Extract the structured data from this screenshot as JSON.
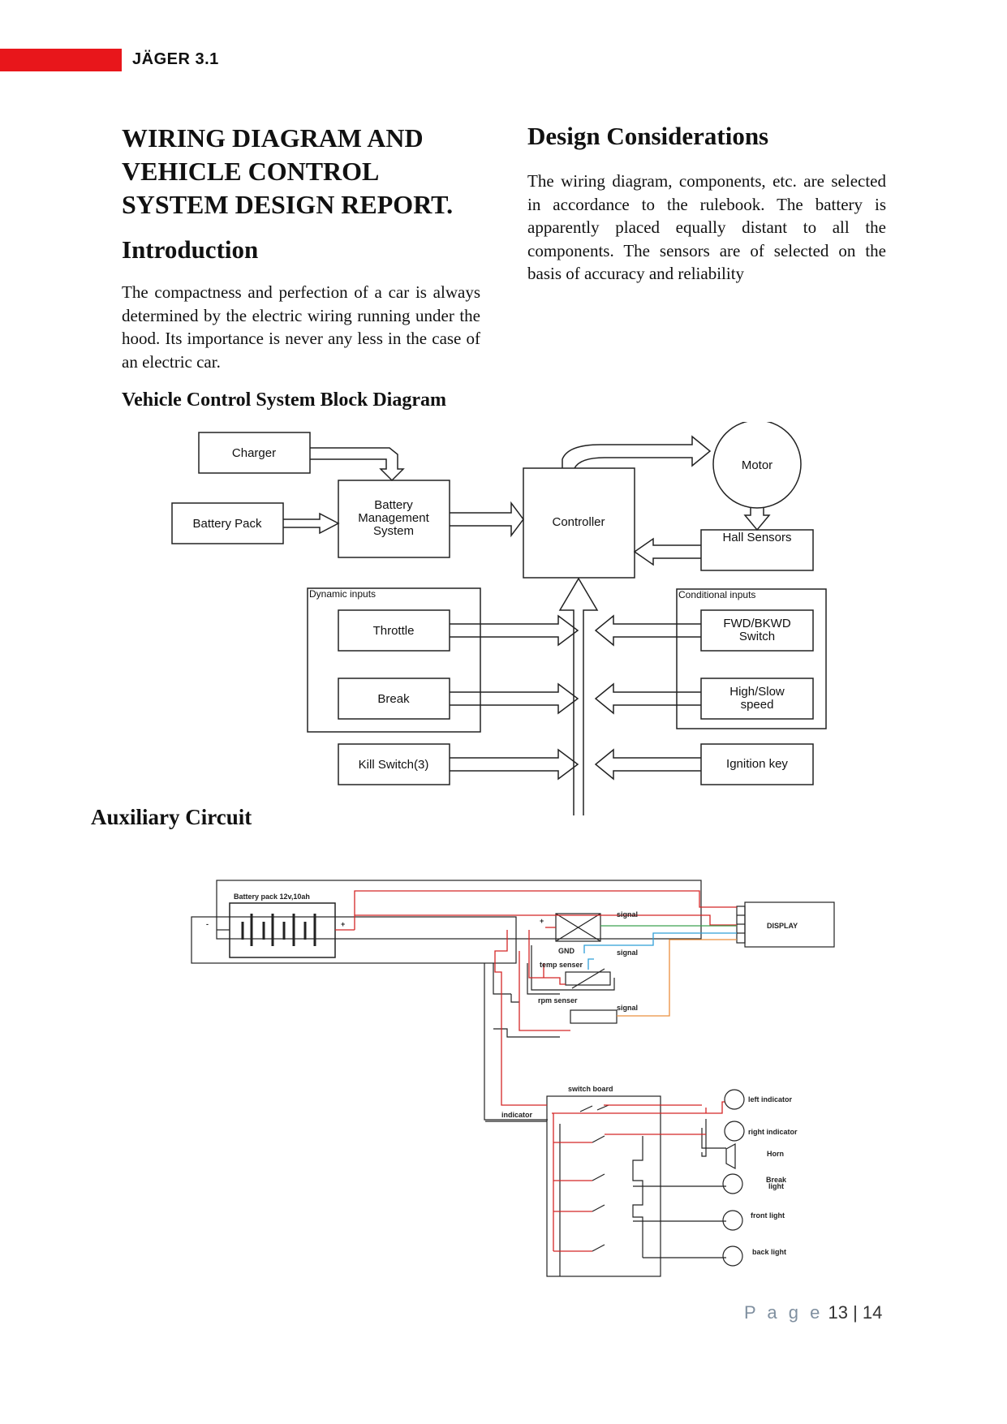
{
  "header": {
    "doc_name": "JÄGER 3.1"
  },
  "title": [
    "WIRING DIAGRAM AND",
    "VEHICLE CONTROL",
    "SYSTEM DESIGN REPORT."
  ],
  "intro": {
    "heading": "Introduction",
    "text": "The compactness and perfection of a car is always determined by the electric wiring running under the hood. Its importance is never any less in the case of an electric car."
  },
  "design": {
    "heading": "Design Considerations",
    "text": "The wiring diagram, components, etc. are selected in accordance to the rulebook. The battery is apparently placed equally distant to all the components. The sensors are of selected on the basis of accuracy and reliability"
  },
  "block_diagram": {
    "heading": "Vehicle Control System Block Diagram",
    "charger": "Charger",
    "battery_pack": "Battery Pack",
    "bms": [
      "Battery",
      "Management",
      "System"
    ],
    "controller": "Controller",
    "motor": "Motor",
    "hall_sensors": "Hall Sensors",
    "dynamic_inputs": "Dynamic inputs",
    "throttle": "Throttle",
    "break": "Break",
    "kill_switch": "Kill Switch(3)",
    "conditional_inputs": "Conditional inputs",
    "fwd_bkwd": [
      "FWD/BKWD",
      "Switch"
    ],
    "high_slow": [
      "High/Slow",
      "speed"
    ],
    "ignition_key": "Ignition key"
  },
  "aux_circuit": {
    "heading": "Auxiliary Circuit",
    "battery_label": "Battery pack 12v,10ah",
    "minus": "-",
    "plus": "+",
    "display": "DISPLAY",
    "signal": "signal",
    "gnd": "GND",
    "temp_sensor": "temp senser",
    "rpm_sensor": "rpm senser",
    "switch_board": "switch board",
    "indicator": "indicator",
    "loads": [
      "left indicator",
      "right indicator",
      "Horn",
      [
        "Break",
        "light"
      ],
      "front light",
      "back light"
    ]
  },
  "footer": {
    "page_word": "P a g e",
    "page_num": "13",
    "separator": "|",
    "total": "14"
  }
}
